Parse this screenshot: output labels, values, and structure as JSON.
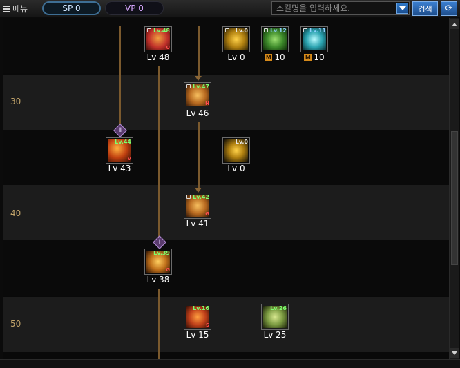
{
  "topbar": {
    "menu_label": "메뉴",
    "sp_label": "SP 0",
    "vp_label": "VP 0",
    "search_placeholder": "스킬명을 입력하세요.",
    "search_button": "검색",
    "refresh_icon": "refresh-icon"
  },
  "level_labels": [
    "30",
    "40",
    "50"
  ],
  "prereq_markers": [
    "Ⅰ",
    "Ⅱ"
  ],
  "skills": [
    {
      "id": "s48",
      "caption": "Lv 48",
      "badge": "Lv.48",
      "mark": "U",
      "locked": true,
      "color": "#c0302a"
    },
    {
      "id": "s0a",
      "caption": "Lv 0",
      "badge": "Lv.0",
      "mark": "",
      "locked": true,
      "color": "#c9a020"
    },
    {
      "id": "s10a",
      "caption": "10",
      "badge": "Lv.12",
      "mark": "",
      "locked": true,
      "color": "#3d8a2a",
      "mtag": "M"
    },
    {
      "id": "s10b",
      "caption": "10",
      "badge": "Lv.11",
      "mark": "",
      "locked": true,
      "color": "#2aa3b0",
      "mtag": "M"
    },
    {
      "id": "s46",
      "caption": "Lv 46",
      "badge": "Lv.47",
      "mark": "H",
      "locked": true,
      "color": "#b86a20"
    },
    {
      "id": "s43",
      "caption": "Lv 43",
      "badge": "Lv.44",
      "mark": "V",
      "locked": false,
      "color": "#c04010"
    },
    {
      "id": "s0b",
      "caption": "Lv 0",
      "badge": "Lv.0",
      "mark": "",
      "locked": false,
      "color": "#c9a020"
    },
    {
      "id": "s41",
      "caption": "Lv 41",
      "badge": "Lv.42",
      "mark": "G",
      "locked": true,
      "color": "#b86a20"
    },
    {
      "id": "s38",
      "caption": "Lv 38",
      "badge": "Lv.39",
      "mark": "G",
      "locked": false,
      "color": "#c0701a"
    },
    {
      "id": "s15",
      "caption": "Lv 15",
      "badge": "Lv.16",
      "mark": "S",
      "locked": false,
      "color": "#c0401a"
    },
    {
      "id": "s25",
      "caption": "Lv 25",
      "badge": "Lv.26",
      "mark": "",
      "locked": false,
      "color": "#7a9a40"
    }
  ]
}
